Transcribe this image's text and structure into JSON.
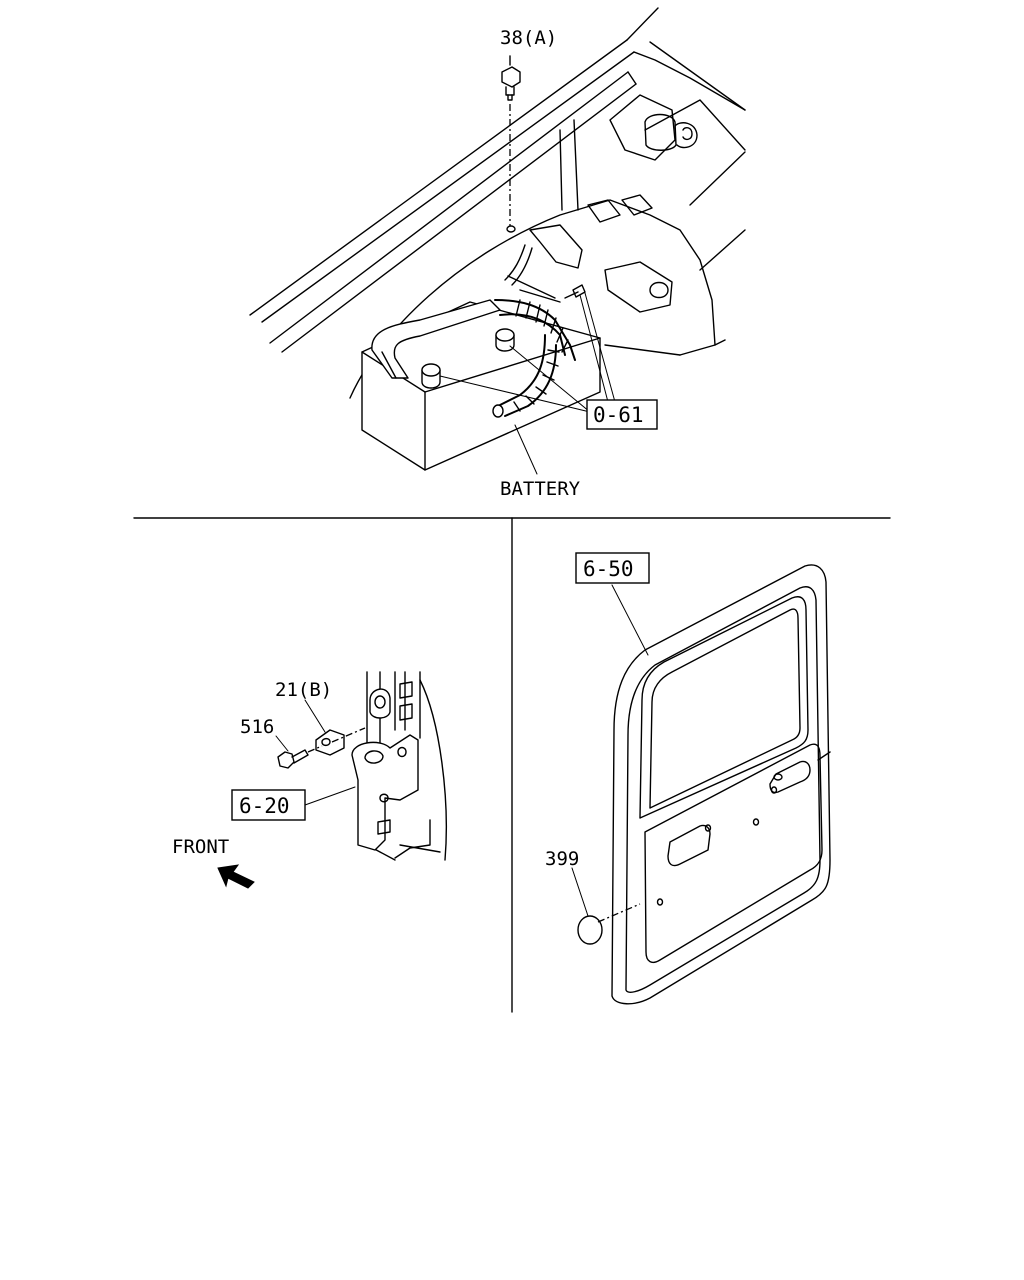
{
  "labels": {
    "bolt_38a": "38(A)",
    "ref_0_61": "0-61",
    "battery": "BATTERY",
    "clip_21b": "21(B)",
    "bolt_516": "516",
    "ref_6_20": "6-20",
    "front": "FRONT",
    "ref_6_50": "6-50",
    "plug_399": "399"
  },
  "icons": {
    "front_arrow": "arrow-up-left-icon"
  }
}
